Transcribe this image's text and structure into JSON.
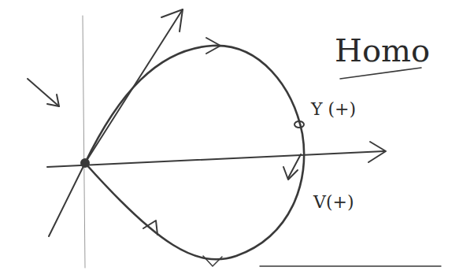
{
  "diagram": {
    "labels": [
      "Homo",
      "Y (+)",
      "V(+)"
    ]
  }
}
